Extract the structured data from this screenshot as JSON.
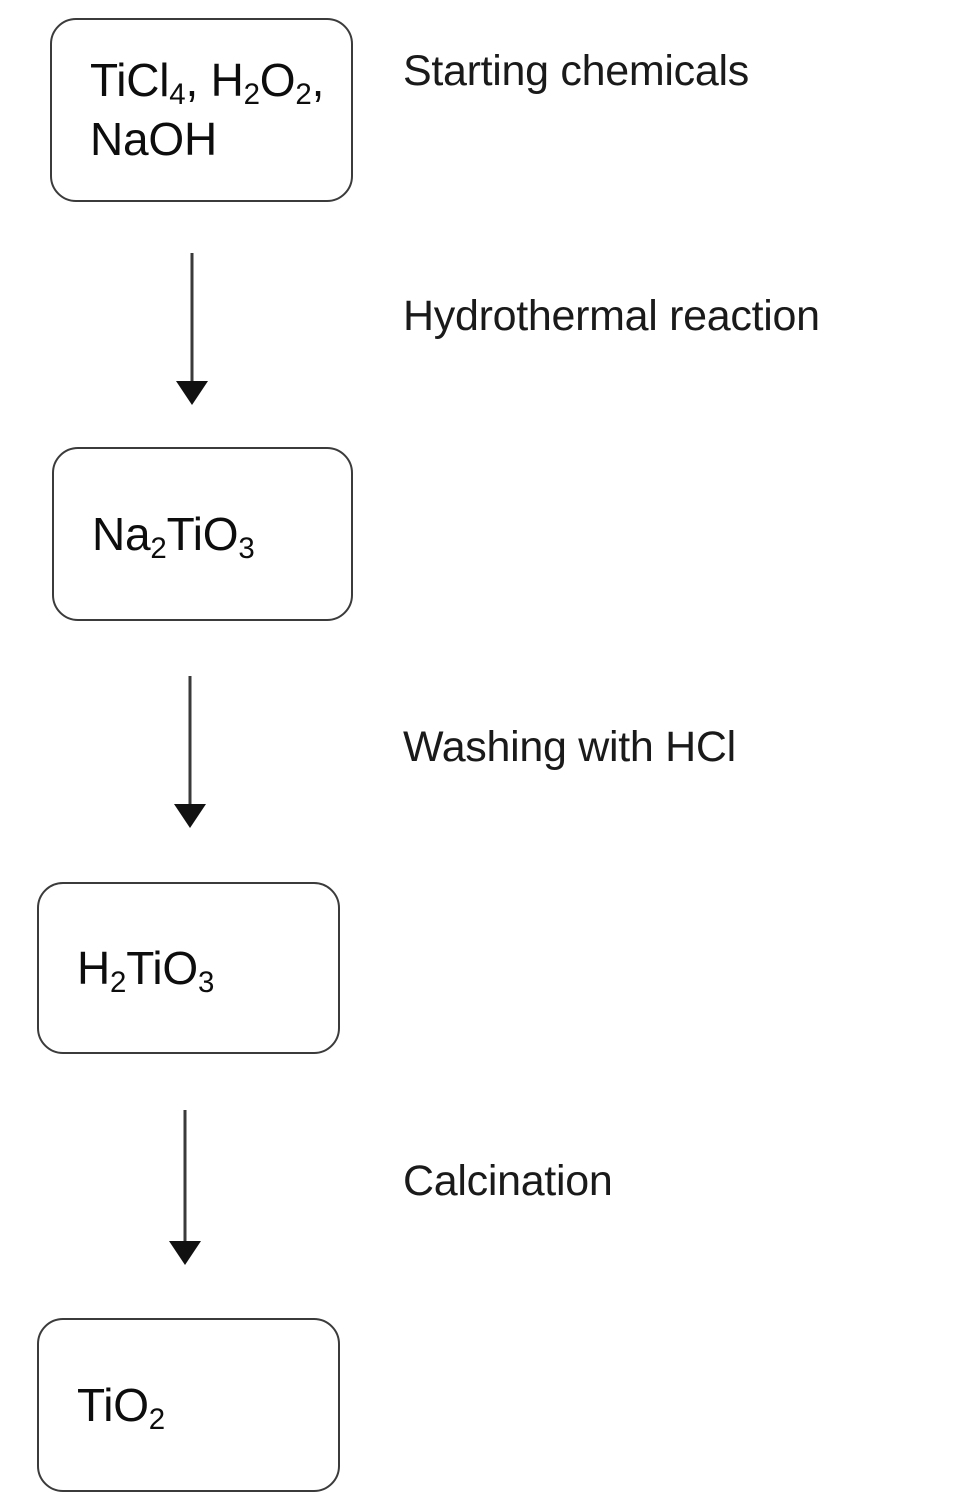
{
  "diagram": {
    "title": "TiO2 synthesis flowchart",
    "background_color": "#ffffff",
    "box_border_color": "#3b3b3b",
    "arrow_color": "#3a3a3a",
    "text_color": "#0d0d0d",
    "nodes": [
      {
        "id": "starting-chemicals",
        "formula_plain": "TiCl4, H2O2, NaOH",
        "lines": [
          [
            {
              "t": "TiCl"
            },
            {
              "t": "4",
              "sub": true
            },
            {
              "t": ", H"
            },
            {
              "t": "2",
              "sub": true
            },
            {
              "t": "O"
            },
            {
              "t": "2",
              "sub": true
            },
            {
              "t": ","
            }
          ],
          [
            {
              "t": "NaOH"
            }
          ]
        ]
      },
      {
        "id": "sodium-titanate",
        "formula_plain": "Na2TiO3",
        "lines": [
          [
            {
              "t": "Na"
            },
            {
              "t": "2",
              "sub": true
            },
            {
              "t": "TiO"
            },
            {
              "t": "3",
              "sub": true
            }
          ]
        ]
      },
      {
        "id": "titanic-acid",
        "formula_plain": "H2TiO3",
        "lines": [
          [
            {
              "t": "H"
            },
            {
              "t": "2",
              "sub": true
            },
            {
              "t": "TiO"
            },
            {
              "t": "3",
              "sub": true
            }
          ]
        ]
      },
      {
        "id": "titanium-dioxide",
        "formula_plain": "TiO2",
        "lines": [
          [
            {
              "t": "TiO"
            },
            {
              "t": "2",
              "sub": true
            }
          ]
        ]
      }
    ],
    "captions": [
      {
        "id": "caption-starting-chemicals",
        "text": "Starting chemicals"
      },
      {
        "id": "caption-hydrothermal-reaction",
        "text": "Hydrothermal reaction"
      },
      {
        "id": "caption-washing-with-hcl",
        "text": "Washing with HCl"
      },
      {
        "id": "caption-calcination",
        "text": "Calcination"
      }
    ],
    "arrows": [
      {
        "id": "arrow-starting-to-sodium-titanate",
        "direction": "down"
      },
      {
        "id": "arrow-sodium-titanate-to-titanic-acid",
        "direction": "down"
      },
      {
        "id": "arrow-titanic-acid-to-titanium-dioxide",
        "direction": "down"
      }
    ]
  }
}
